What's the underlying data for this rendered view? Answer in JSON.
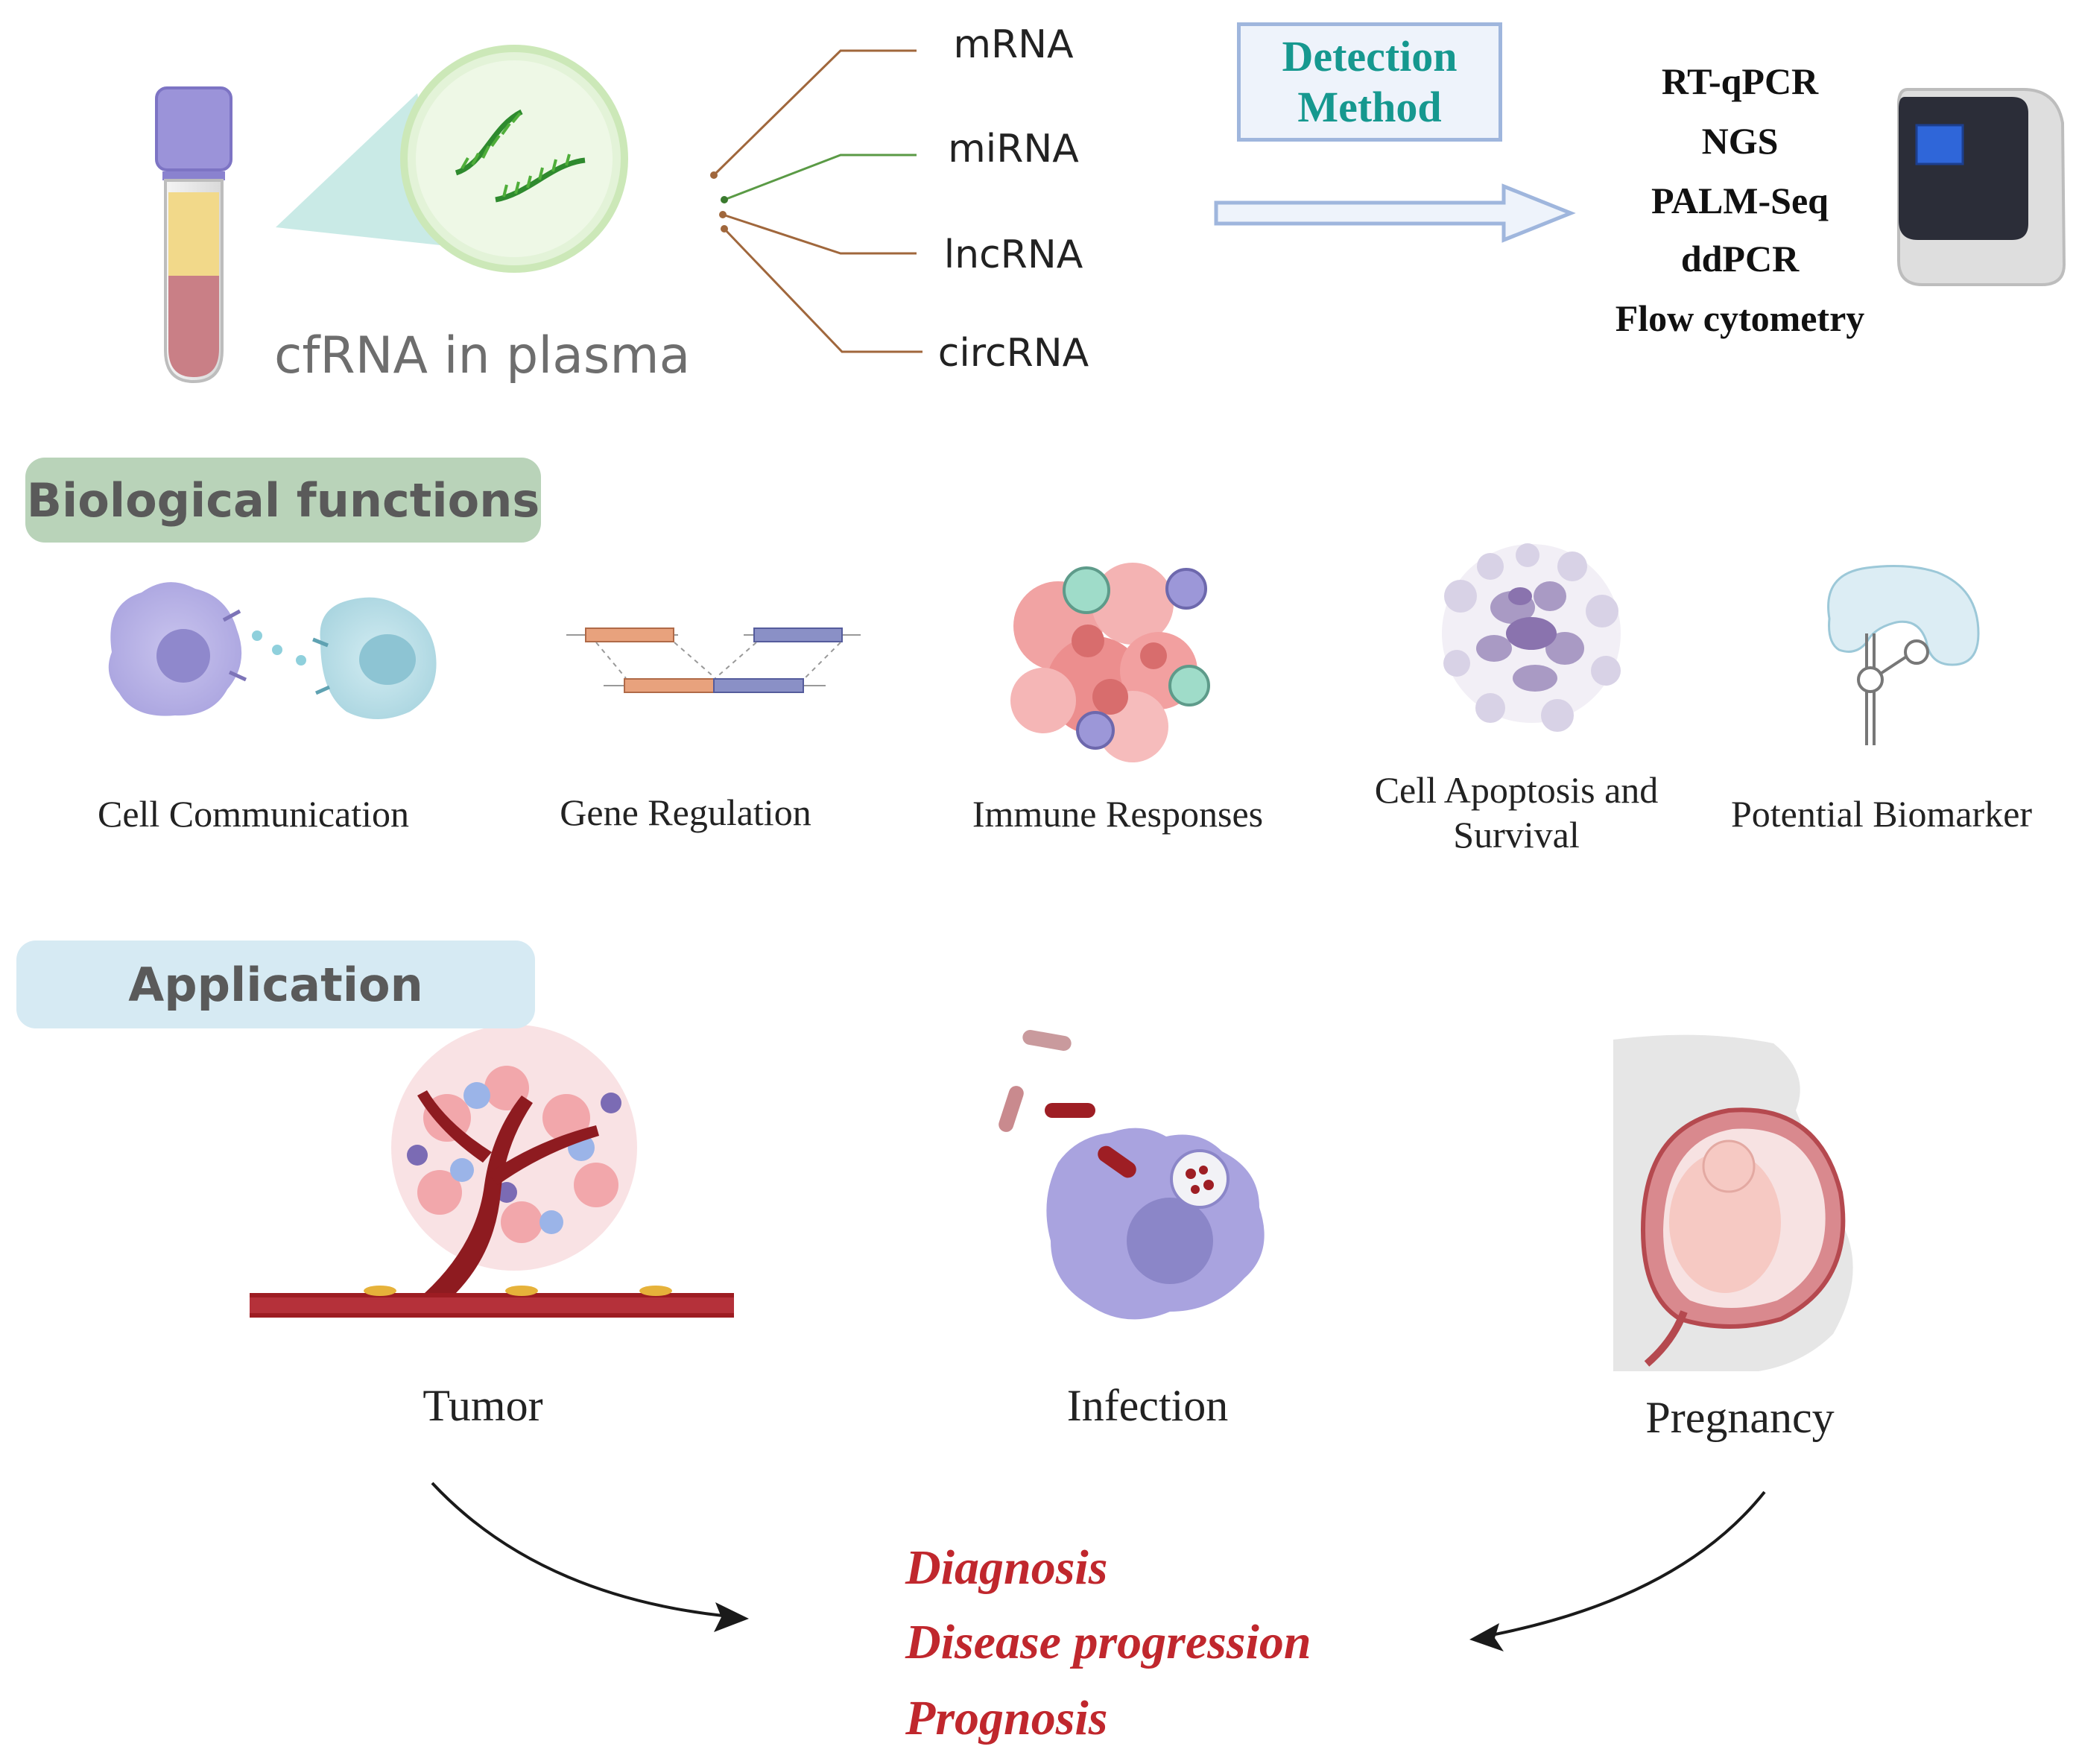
{
  "header": {
    "plasma_title": "cfRNA in plasma",
    "rna_types": [
      "mRNA",
      "miRNA",
      "lncRNA",
      "circRNA"
    ],
    "detection_box": {
      "line1": "Detection",
      "line2": "Method"
    },
    "methods": [
      "RT-qPCR",
      "NGS",
      "PALM-Seq",
      "ddPCR",
      "Flow cytometry"
    ]
  },
  "biological_functions": {
    "title": "Biological functions",
    "items": [
      {
        "line1": "Cell Communication",
        "line2": ""
      },
      {
        "line1": "Gene Regulation",
        "line2": ""
      },
      {
        "line1": "Immune Responses",
        "line2": ""
      },
      {
        "line1": "Cell Apoptosis and",
        "line2": "Survival"
      },
      {
        "line1": "Potential Biomarker",
        "line2": ""
      }
    ]
  },
  "application": {
    "title": "Application",
    "items": [
      "Tumor",
      "Infection",
      "Pregnancy"
    ]
  },
  "outcomes": [
    "Diagnosis",
    "Disease progression",
    "Prognosis"
  ],
  "colors": {
    "accent_teal": "#16988f",
    "outcome_red": "#c0272d",
    "bio_pill": "#b9d3b9",
    "app_pill": "#d6eaf3",
    "arrow_blue": "#9fb6dd"
  }
}
